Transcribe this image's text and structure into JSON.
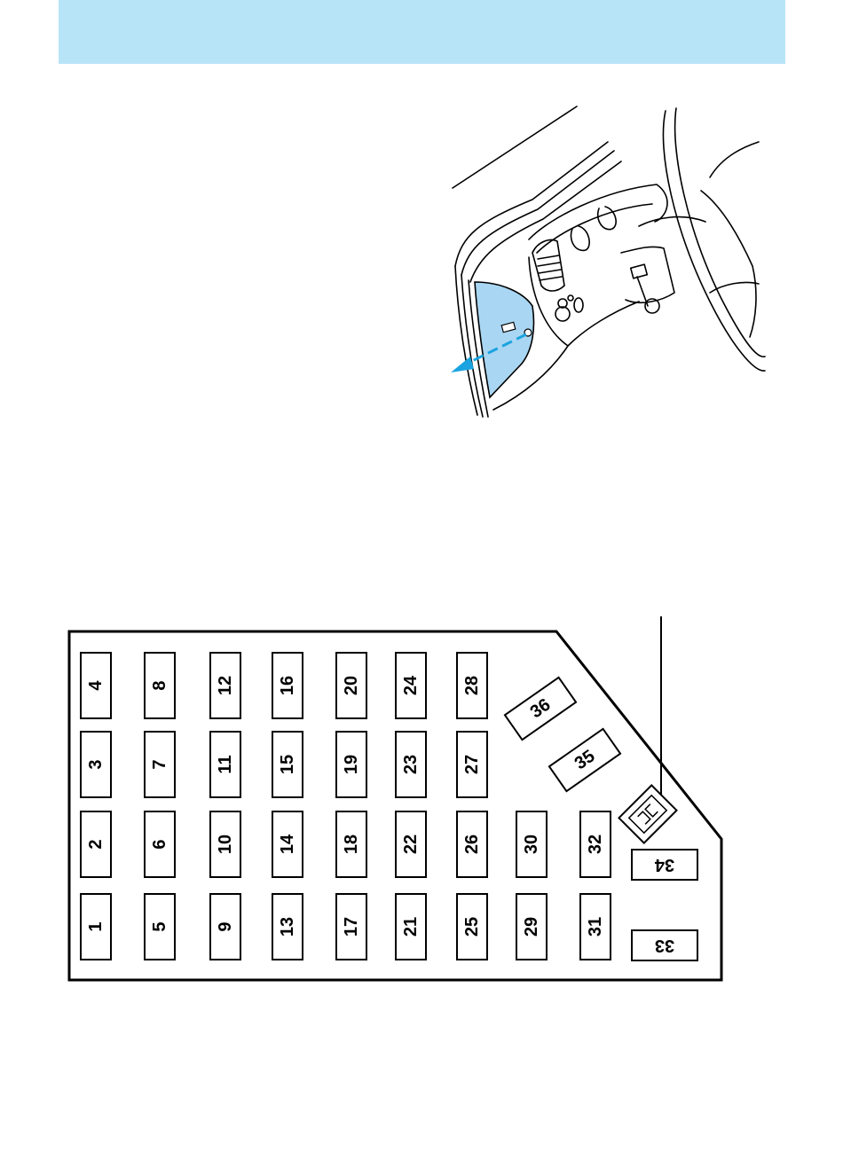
{
  "colors": {
    "header_band": "#b8e4f7",
    "panel_cover": "#a9d6f2",
    "arrow": "#1aa3e0",
    "line": "#000000"
  },
  "header": {
    "text": ""
  },
  "illustration": {
    "subject": "instrument-panel-fuse-cover",
    "arrow_icon": "removal-arrow-icon"
  },
  "fuse_panel": {
    "fuses": [
      {
        "id": "1",
        "label": "1"
      },
      {
        "id": "2",
        "label": "2"
      },
      {
        "id": "3",
        "label": "3"
      },
      {
        "id": "4",
        "label": "4"
      },
      {
        "id": "5",
        "label": "5"
      },
      {
        "id": "6",
        "label": "6"
      },
      {
        "id": "7",
        "label": "7"
      },
      {
        "id": "8",
        "label": "8"
      },
      {
        "id": "9",
        "label": "9"
      },
      {
        "id": "10",
        "label": "10"
      },
      {
        "id": "11",
        "label": "11"
      },
      {
        "id": "12",
        "label": "12"
      },
      {
        "id": "13",
        "label": "13"
      },
      {
        "id": "14",
        "label": "14"
      },
      {
        "id": "15",
        "label": "15"
      },
      {
        "id": "16",
        "label": "16"
      },
      {
        "id": "17",
        "label": "17"
      },
      {
        "id": "18",
        "label": "18"
      },
      {
        "id": "19",
        "label": "19"
      },
      {
        "id": "20",
        "label": "20"
      },
      {
        "id": "21",
        "label": "21"
      },
      {
        "id": "22",
        "label": "22"
      },
      {
        "id": "23",
        "label": "23"
      },
      {
        "id": "24",
        "label": "24"
      },
      {
        "id": "25",
        "label": "25"
      },
      {
        "id": "26",
        "label": "26"
      },
      {
        "id": "27",
        "label": "27"
      },
      {
        "id": "28",
        "label": "28"
      },
      {
        "id": "29",
        "label": "29"
      },
      {
        "id": "30",
        "label": "30"
      },
      {
        "id": "31",
        "label": "31"
      },
      {
        "id": "32",
        "label": "32"
      },
      {
        "id": "33",
        "label": "33"
      },
      {
        "id": "34",
        "label": "34"
      },
      {
        "id": "35",
        "label": "35"
      },
      {
        "id": "36",
        "label": "36"
      }
    ]
  }
}
